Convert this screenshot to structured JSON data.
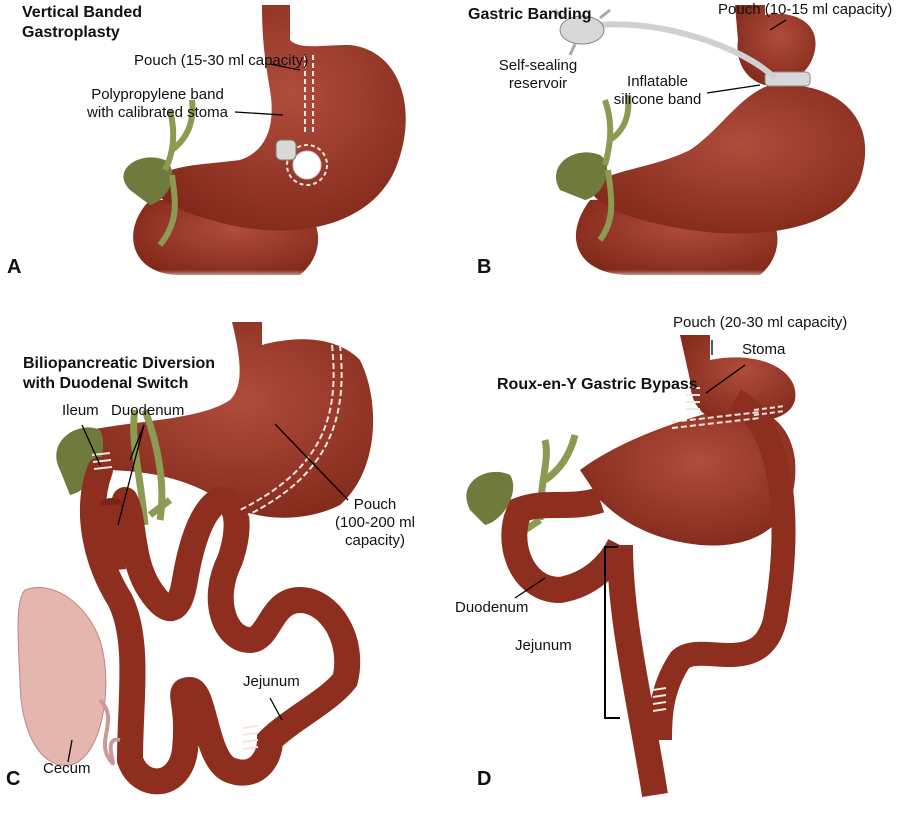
{
  "colors": {
    "organ": "#8e2e1e",
    "organ_light": "#a8483a",
    "gallbladder": "#6f7a3c",
    "duct": "#8c9a52",
    "cecum": "#e4b6ae",
    "staple": "#f2e6e0",
    "band": "#d8d8d8"
  },
  "panels": [
    {
      "letter": "A",
      "title_lines": [
        "Vertical Banded",
        "Gastroplasty"
      ],
      "labels": {
        "pouch": "Pouch (15-30 ml capacity)",
        "band_1": "Polypropylene band",
        "band_2": "with calibrated stoma"
      }
    },
    {
      "letter": "B",
      "title_lines": [
        "Gastric Banding"
      ],
      "labels": {
        "pouch": "Pouch (10-15 ml capacity)",
        "reservoir_1": "Self-sealing",
        "reservoir_2": "reservoir",
        "band_1": "Inflatable",
        "band_2": "silicone band"
      }
    },
    {
      "letter": "C",
      "title_lines": [
        "Biliopancreatic Diversion",
        "with Duodenal Switch"
      ],
      "labels": {
        "ileum": "Ileum",
        "duodenum": "Duodenum",
        "pouch_1": "Pouch",
        "pouch_2": "(100-200 ml",
        "pouch_3": "capacity)",
        "jejunum": "Jejunum",
        "cecum": "Cecum"
      }
    },
    {
      "letter": "D",
      "title_lines": [
        "Roux-en-Y Gastric Bypass"
      ],
      "labels": {
        "pouch": "Pouch (20-30 ml capacity)",
        "stoma": "Stoma",
        "duodenum": "Duodenum",
        "jejunum": "Jejunum"
      }
    }
  ]
}
